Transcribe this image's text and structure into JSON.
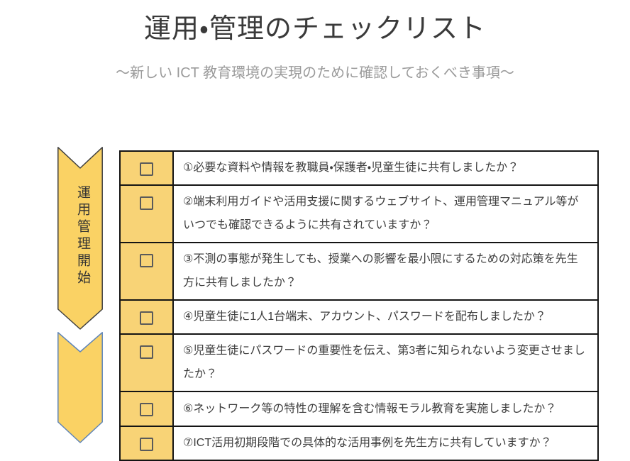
{
  "page": {
    "title": "運用・管理のチェックリスト",
    "subtitle": "〜新しい ICT 教育環境の実現のために確認しておくべき事項〜"
  },
  "ribbon": {
    "label": "運用管理開始",
    "fill_color": "#FAD264",
    "top_shape_border_color": "#404040",
    "bottom_shape_border_color": "#5E84B8"
  },
  "checklist": {
    "checkbox_column_color": "#F8D376",
    "checkbox_state": "unchecked",
    "items": [
      {
        "text": "①必要な資料や情報を教職員・保護者・児童生徒に共有しましたか？"
      },
      {
        "text": "②端末利用ガイドや活用支援に関するウェブサイト、運用管理マニュアル等がいつでも確認できるように共有されていますか？"
      },
      {
        "text": "③不測の事態が発生しても、授業への影響を最小限にするための対応策を先生方に共有しましたか？"
      },
      {
        "text": "④児童生徒に1人1台端末、アカウント、パスワードを配布しましたか？"
      },
      {
        "text": "⑤児童生徒にパスワードの重要性を伝え、第3者に知られないよう変更させましたか？"
      },
      {
        "text": "⑥ネットワーク等の特性の理解を含む情報モラル教育を実施しましたか？"
      },
      {
        "text": "⑦ICT活用初期段階での具体的な活用事例を先生方に共有していますか？"
      }
    ]
  }
}
